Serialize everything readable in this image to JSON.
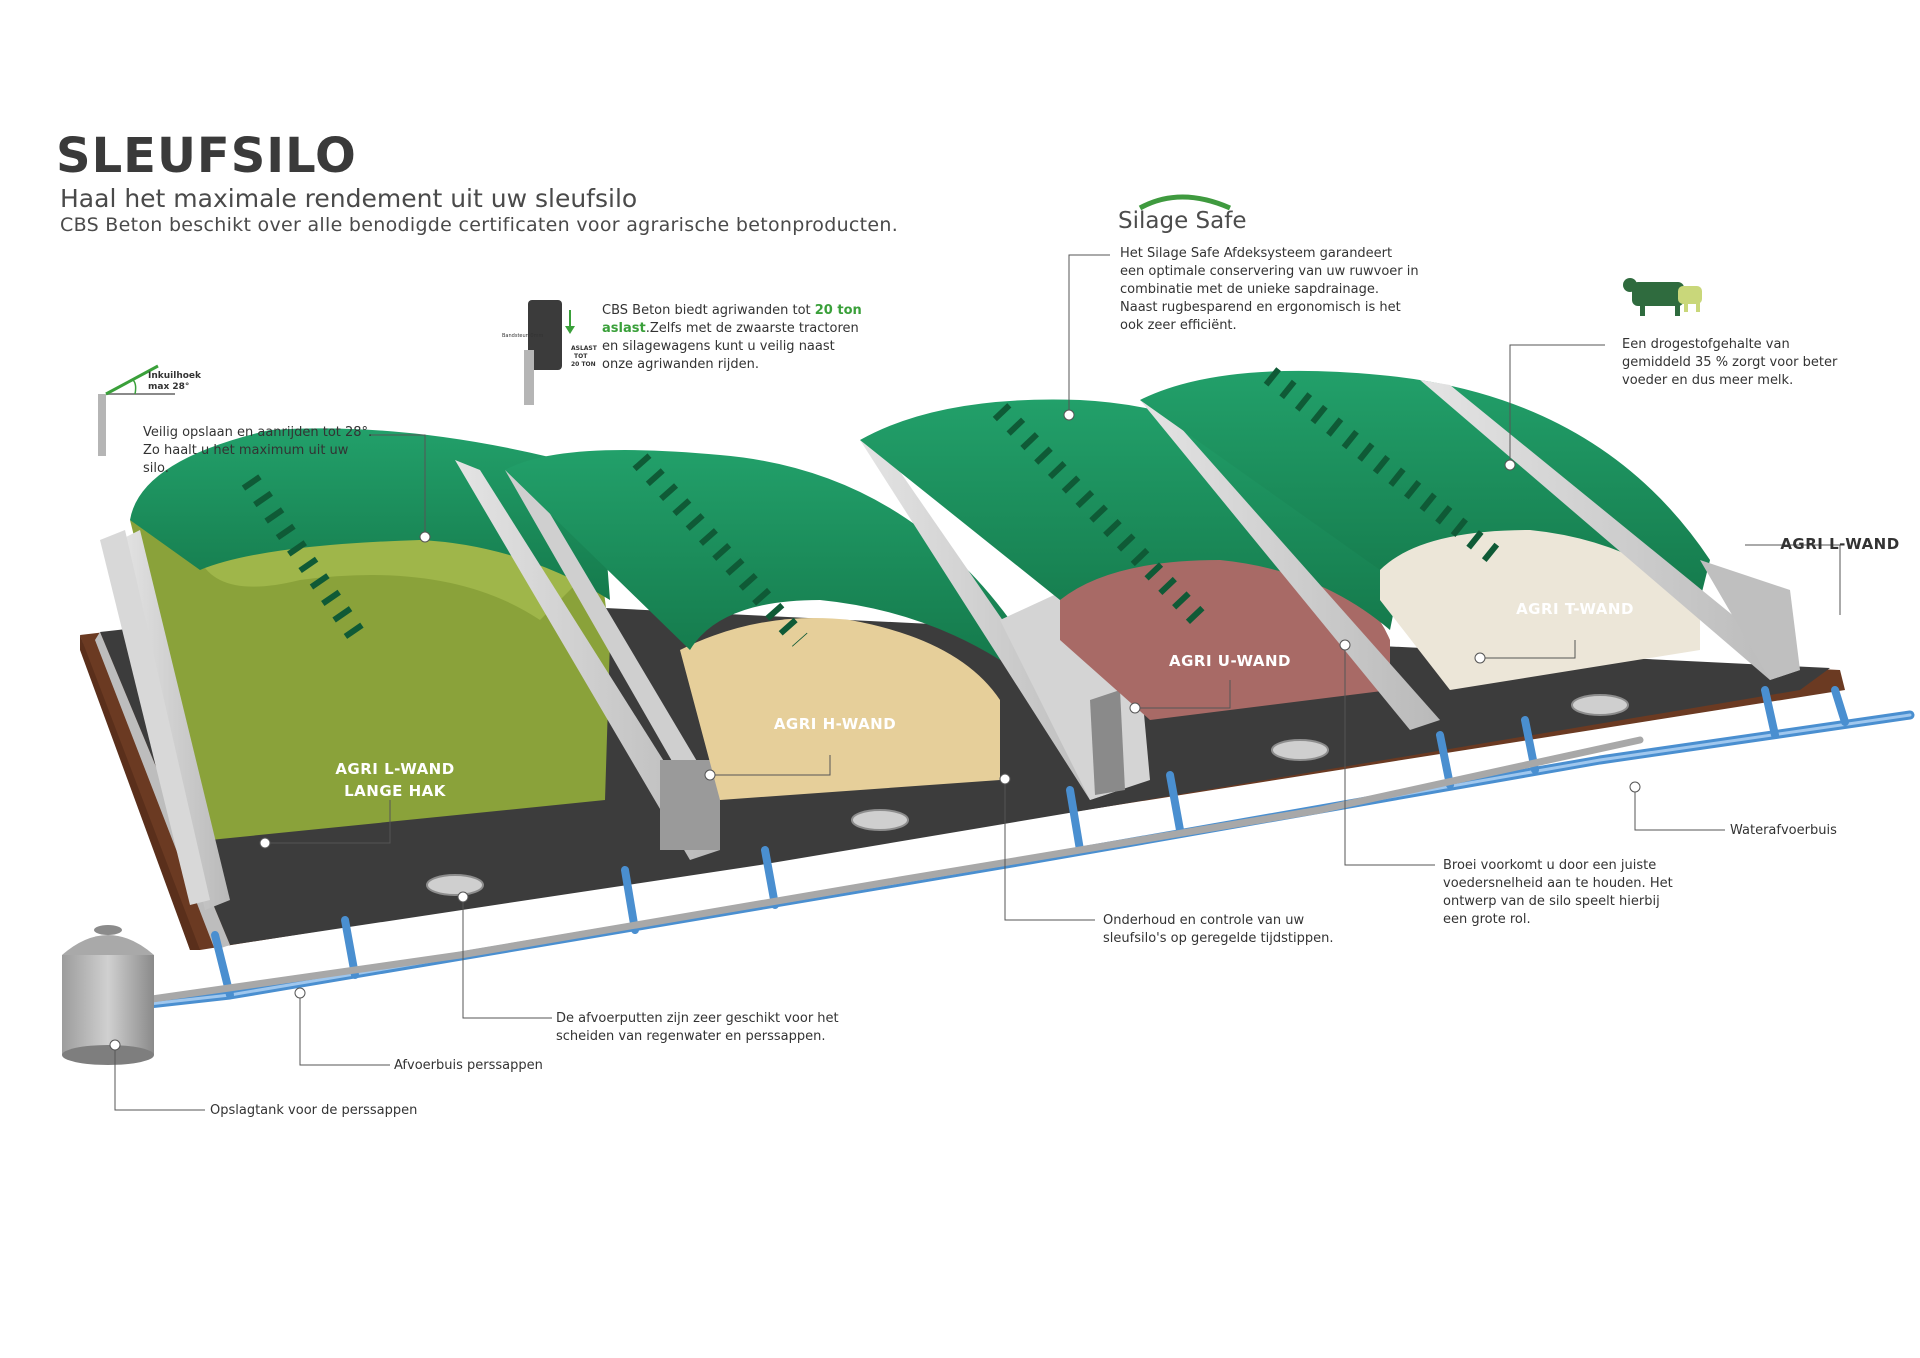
{
  "header": {
    "title": "SLEUFSILO",
    "subtitle": "Haal het maximale rendement uit uw sleufsilo",
    "subtitle2": "CBS Beton beschikt over alle benodigde certificaten voor agrarische betonproducten."
  },
  "brand": {
    "name": "Silage Safe",
    "color": "#3f9a3f"
  },
  "icons": {
    "angle_label_1": "Inkuilhoek",
    "angle_label_2": "max 28°",
    "axle_label_left": "Bandsteun 0mm",
    "axle_label_1": "ASLAST",
    "axle_label_2": "TOT",
    "axle_label_3": "20 TON"
  },
  "notes": {
    "angle": "Veilig opslaan en aanrijden tot 28°. Zo haalt u het maximum uit uw silo.",
    "axle_pre": "CBS Beton biedt agriwanden tot ",
    "axle_highlight": "20 ton aslast",
    "axle_post": ".Zelfs met de zwaarste tractoren en silagewagens kunt u veilig naast onze agriwanden rijden.",
    "silage_safe": "Het Silage Safe Afdeksysteem garandeert een optimale conservering van uw ruwvoer in combinatie met de unieke sapdrainage. Naast rugbesparend en ergonomisch is het ook zeer efficiënt.",
    "dry_matter": "Een drogestofgehalte van gemiddeld 35 % zorgt voor beter voeder en dus meer melk.",
    "water_pipe": "Waterafvoerbuis",
    "heating": "Broei voorkomt u door een juiste voedersnelheid aan te houden. Het ontwerp van de silo speelt hierbij een grote rol.",
    "maintenance": "Onderhoud en controle van uw sleufsilo's op geregelde tijdstippen.",
    "drains": "De afvoerputten zijn  zeer geschikt voor het scheiden van regenwater en perssappen.",
    "juice_pipe": "Afvoerbuis  perssappen",
    "tank": "Opslagtank voor de perssappen"
  },
  "walls": {
    "l_wand_long_1": "AGRI L-WAND",
    "l_wand_long_2": "LANGE HAK",
    "h_wand": "AGRI H-WAND",
    "u_wand": "AGRI U-WAND",
    "t_wand": "AGRI T-WAND",
    "l_wand": "AGRI L-WAND"
  },
  "colors": {
    "tarp_green": "#1f8a5a",
    "grass_silage": "#8aa23a",
    "maize_silage": "#e6cf9a",
    "beet_pulp": "#a86a66",
    "white_silage": "#ece6d8",
    "concrete": "#c8c8c8",
    "pipe_blue": "#4a8fd0",
    "floor_dark": "#3c3c3c",
    "soil": "#6b3a22",
    "accent_green": "#3aa03a"
  }
}
